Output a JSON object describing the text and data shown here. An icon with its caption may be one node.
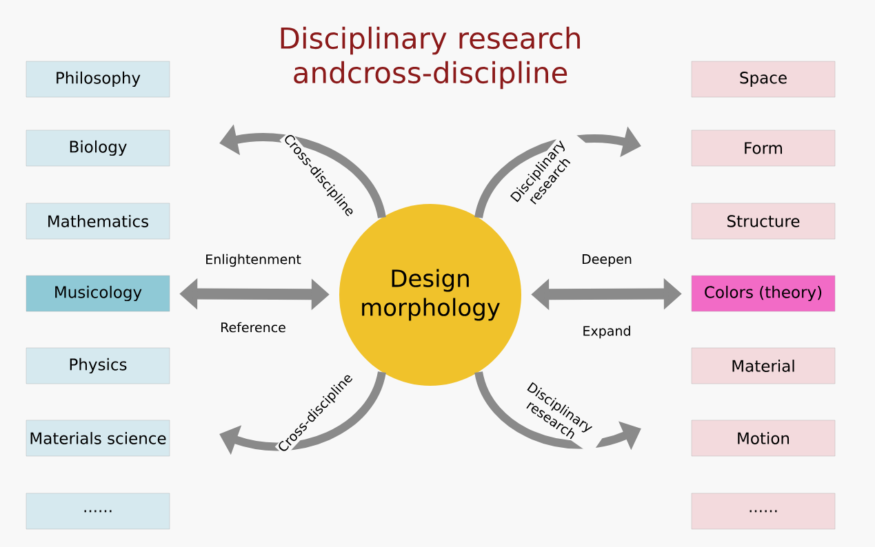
{
  "diagram": {
    "title": "Disciplinary research andcross-discipline",
    "nodes": [
      {
        "text": [
          "Philosophy"
        ]
      },
      {
        "text": [
          "Biology"
        ]
      },
      {
        "text": [
          "Mathematics"
        ]
      },
      {
        "text": [
          "Musicology"
        ]
      },
      {
        "text": [
          "Physics"
        ]
      },
      {
        "text": [
          "Materials science"
        ]
      },
      {
        "text": [
          "......"
        ]
      },
      {
        "text": [
          "Space"
        ]
      },
      {
        "text": [
          "Form"
        ]
      },
      {
        "text": [
          "Structure"
        ]
      },
      {
        "text": [
          "Colors (theory)"
        ]
      },
      {
        "text": [
          "Material"
        ]
      },
      {
        "text": [
          "Motion"
        ]
      },
      {
        "text": [
          "......"
        ]
      },
      {
        "text": [
          "Design morphology"
        ]
      }
    ],
    "edges": [
      {
        "from": 3,
        "to": 14,
        "arrow": "both",
        "label": "Enlightenment"
      },
      {
        "from": 14,
        "to": 10,
        "arrow": "both",
        "label": "Deepen"
      },
      {
        "from": 14,
        "to": null,
        "arrow": "to",
        "label": "Cross-discipline"
      },
      {
        "from": 14,
        "to": null,
        "arrow": "to",
        "label": "Disciplinary research"
      },
      {
        "from": 14,
        "to": null,
        "arrow": "to",
        "label": "Cross-discipline"
      },
      {
        "from": 14,
        "to": null,
        "arrow": "to",
        "label": "Disciplinary research"
      }
    ],
    "labels": [
      "Reference",
      "Expand"
    ]
  }
}
